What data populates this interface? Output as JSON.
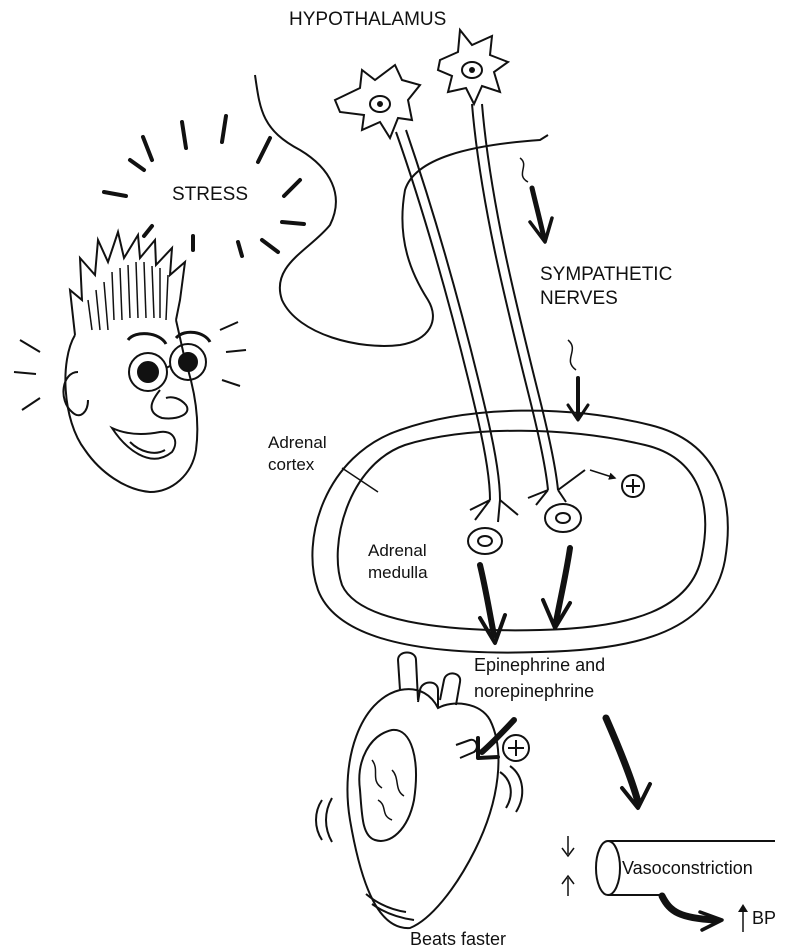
{
  "labels": {
    "hypothalamus": "HYPOTHALAMUS",
    "stress": "STRESS",
    "sympathetic_nerves": [
      "SYMPATHETIC",
      "NERVES"
    ],
    "adrenal_cortex": [
      "Adrenal",
      "cortex"
    ],
    "adrenal_medulla": [
      "Adrenal",
      "medulla"
    ],
    "hormones": [
      "Epinephrine and",
      "norepinephrine"
    ],
    "vasoconstriction": "Vasoconstriction",
    "bp": "BP",
    "beats_faster": "Beats faster"
  },
  "colors": {
    "ink": "#111111",
    "background": "#ffffff"
  }
}
